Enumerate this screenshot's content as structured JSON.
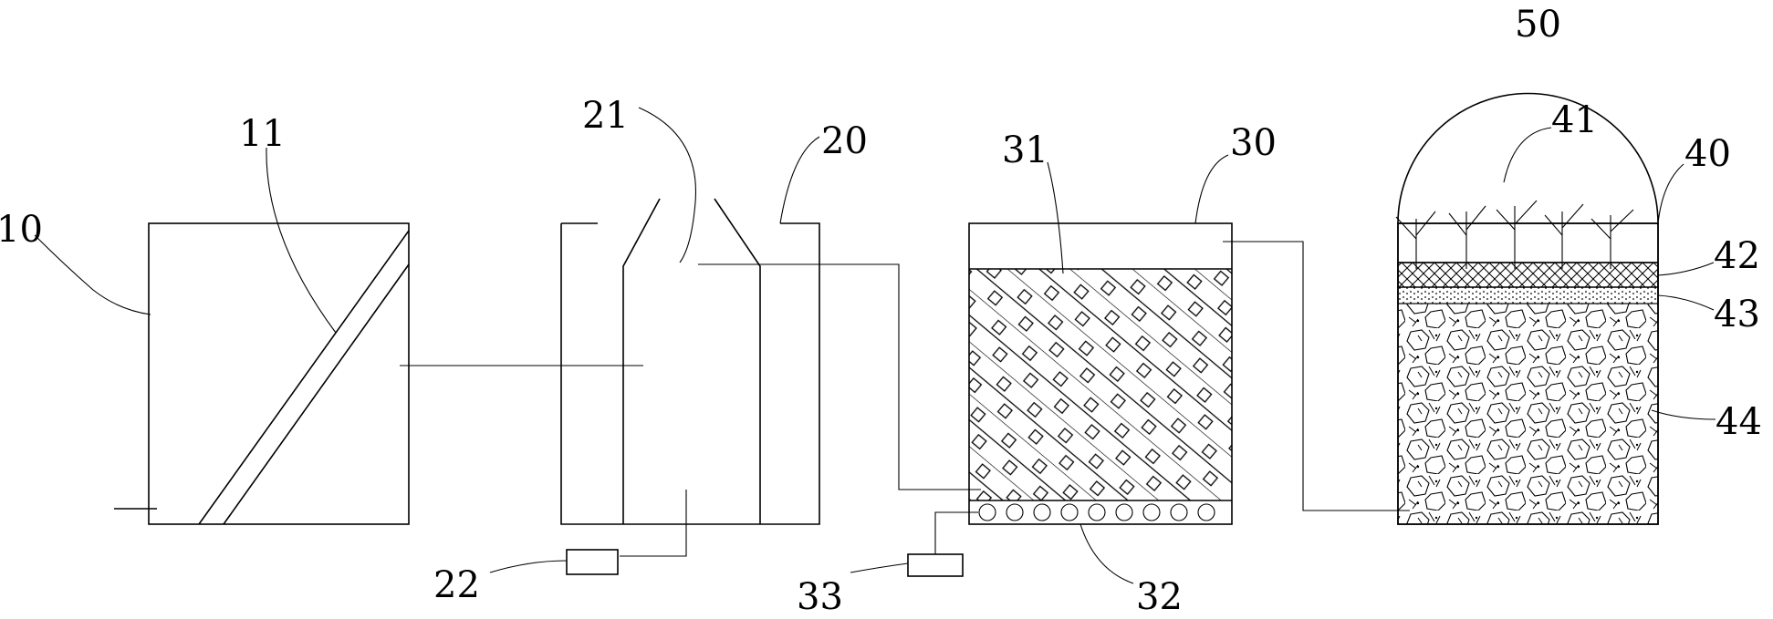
{
  "labels": {
    "unit_10": "10",
    "part_11": "11",
    "unit_20": "20",
    "part_21": "21",
    "part_22": "22",
    "unit_30": "30",
    "part_31": "31",
    "part_32": "32",
    "part_33": "33",
    "unit_40": "40",
    "part_41": "41",
    "part_42": "42",
    "part_43": "43",
    "part_44": "44",
    "part_50": "50"
  }
}
